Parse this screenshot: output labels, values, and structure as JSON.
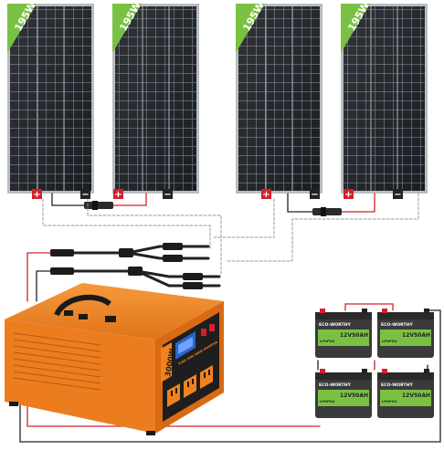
{
  "panels": [
    {
      "wattage": "195W"
    },
    {
      "wattage": "195W"
    },
    {
      "wattage": "195W"
    },
    {
      "wattage": "195W"
    }
  ],
  "polarity": {
    "positive": "+",
    "negative": "−"
  },
  "inverter": {
    "power_label": "3000W",
    "model_label": "PURE SINE WAVE INVERTER",
    "body_color": "#f2821e",
    "faceplate_color": "#1e1e1e"
  },
  "batteries": [
    {
      "brand": "ECO-WORTHY",
      "capacity": "12V50AH",
      "sub": "LiFePO4"
    },
    {
      "brand": "ECO-WORTHY",
      "capacity": "12V50AH",
      "sub": "LiFePO4"
    },
    {
      "brand": "ECO-WORTHY",
      "capacity": "12V50AH",
      "sub": "LiFePO4"
    },
    {
      "brand": "ECO-WORTHY",
      "capacity": "12V50AH",
      "sub": "LiFePO4"
    }
  ],
  "colors": {
    "panel_cell": "#1a1d22",
    "panel_frame": "#b8bcc2",
    "label_green": "#7ac143",
    "battery_green": "#7ac143",
    "battery_body": "#3a3a3a",
    "wire_red": "#d4202b",
    "wire_black": "#222222"
  }
}
